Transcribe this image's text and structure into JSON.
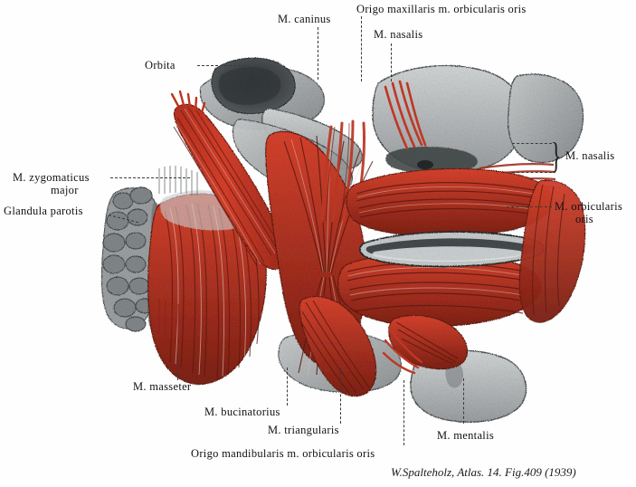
{
  "plate": {
    "credit": "W.Spalteholz, Atlas. 14. Fig.409 (1939)",
    "background": "#fefefe",
    "muscle_color": "#cf3b28",
    "muscle_dark": "#8d2418",
    "bone_color": "#b9bcbd",
    "bone_dark": "#6e7274",
    "ink": "#111111"
  },
  "labels": {
    "orbita": "Orbita",
    "caninus": "M. caninus",
    "origo_maxillaris": "Origo maxillaris m. orbicularis oris",
    "nasalis_top": "M. nasalis",
    "nasalis_right": "M. nasalis",
    "orbicularis_oris_right_l1": "M. orbicularis",
    "orbicularis_oris_right_l2": "oris",
    "zygomaticus_l1": "M. zygomaticus",
    "zygomaticus_l2": "major",
    "glandula_parotis": "Glandula parotis",
    "masseter": "M. masseter",
    "bucinatorius": "M. bucinatorius",
    "triangularis": "M. triangularis",
    "origo_mandibularis": "Origo mandibularis m. orbicularis oris",
    "mentalis": "M. mentalis",
    "brace_glyph": "}"
  }
}
